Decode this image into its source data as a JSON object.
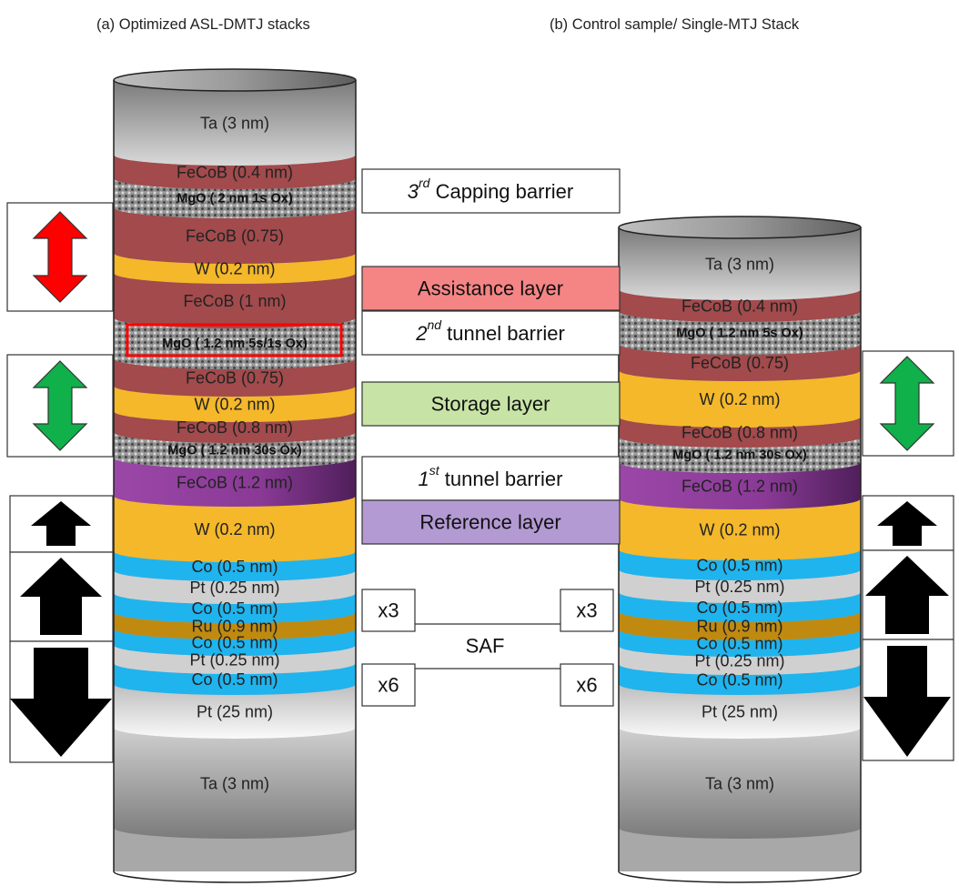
{
  "titles": {
    "left": "(a) Optimized  ASL-DMTJ stacks",
    "right": "(b) Control sample/ Single-MTJ Stack"
  },
  "left_stack": [
    {
      "label": "Ta (3 nm)"
    },
    {
      "label": "FeCoB (0.4 nm)"
    },
    {
      "label": "MgO ( 2 nm 1s Ox)"
    },
    {
      "label": "FeCoB (0.75)"
    },
    {
      "label": "W (0.2 nm)"
    },
    {
      "label": "FeCoB (1 nm)"
    },
    {
      "label": "MgO ( 1.2 nm 5s/1s Ox)"
    },
    {
      "label": "FeCoB (0.75)"
    },
    {
      "label": "W (0.2 nm)"
    },
    {
      "label": "FeCoB (0.8 nm)"
    },
    {
      "label": "MgO ( 1.2 nm 30s Ox)"
    },
    {
      "label": "FeCoB (1.2 nm)"
    },
    {
      "label": "W (0.2 nm)"
    },
    {
      "label": "Co (0.5 nm)"
    },
    {
      "label": "Pt (0.25 nm)"
    },
    {
      "label": "Co (0.5 nm)"
    },
    {
      "label": "Ru (0.9 nm)"
    },
    {
      "label": "Co (0.5 nm)"
    },
    {
      "label": "Pt (0.25 nm)"
    },
    {
      "label": "Co (0.5 nm)"
    },
    {
      "label": "Pt (25 nm)"
    },
    {
      "label": "Ta (3 nm)"
    }
  ],
  "right_stack": [
    {
      "label": "Ta (3 nm)"
    },
    {
      "label": "FeCoB (0.4 nm)"
    },
    {
      "label": "MgO ( 1.2 nm 5s Ox)"
    },
    {
      "label": "FeCoB (0.75)"
    },
    {
      "label": "W (0.2 nm)"
    },
    {
      "label": "FeCoB (0.8 nm)"
    },
    {
      "label": "MgO ( 1.2 nm 30s Ox)"
    },
    {
      "label": "FeCoB (1.2 nm)"
    },
    {
      "label": "W (0.2 nm)"
    },
    {
      "label": "Co (0.5 nm)"
    },
    {
      "label": "Pt (0.25 nm)"
    },
    {
      "label": "Co (0.5 nm)"
    },
    {
      "label": "Ru (0.9 nm)"
    },
    {
      "label": "Co (0.5 nm)"
    },
    {
      "label": "Pt (0.25 nm)"
    },
    {
      "label": "Co (0.5 nm)"
    },
    {
      "label": "Pt (25 nm)"
    },
    {
      "label": "Ta (3 nm)"
    }
  ],
  "annotations": {
    "capping_base": "3",
    "capping_sup": "rd",
    "capping_rest": " Capping barrier",
    "assistance": "Assistance layer",
    "tunnel2_base": "2",
    "tunnel2_sup": "nd",
    "tunnel2_rest": "  tunnel barrier",
    "storage": "Storage layer",
    "tunnel1_base": "1",
    "tunnel1_sup": "st",
    "tunnel1_rest": "  tunnel barrier",
    "reference": "Reference layer",
    "saf": "SAF",
    "x3_left": "x3",
    "x3_right": "x3",
    "x6_left": "x6",
    "x6_right": "x6"
  },
  "colors": {
    "feCoB": "#a24a4c",
    "w": "#f4b82a",
    "mgo": "#8f8f8f",
    "reference": "#8e3d99",
    "co": "#1fb4ee",
    "pt": "#d0d0d0",
    "ru": "#c08a10",
    "ta": "#8a8a8a",
    "assistance_fill": "#f58585",
    "storage_fill": "#c7e4a6",
    "reference_fill": "#b49ad3",
    "red_arrow": "#ff0000",
    "green_arrow": "#10b04a",
    "black_arrow": "#000000",
    "highlight_box": "#ff0000"
  },
  "icons": {
    "free_layer_left": "red-double-arrow-icon",
    "storage_left": "green-double-arrow-icon",
    "storage_right": "green-double-arrow-icon",
    "reference": "black-up-arrow-icon",
    "saf_up": "black-up-arrow-icon",
    "saf_down": "black-down-arrow-icon"
  }
}
